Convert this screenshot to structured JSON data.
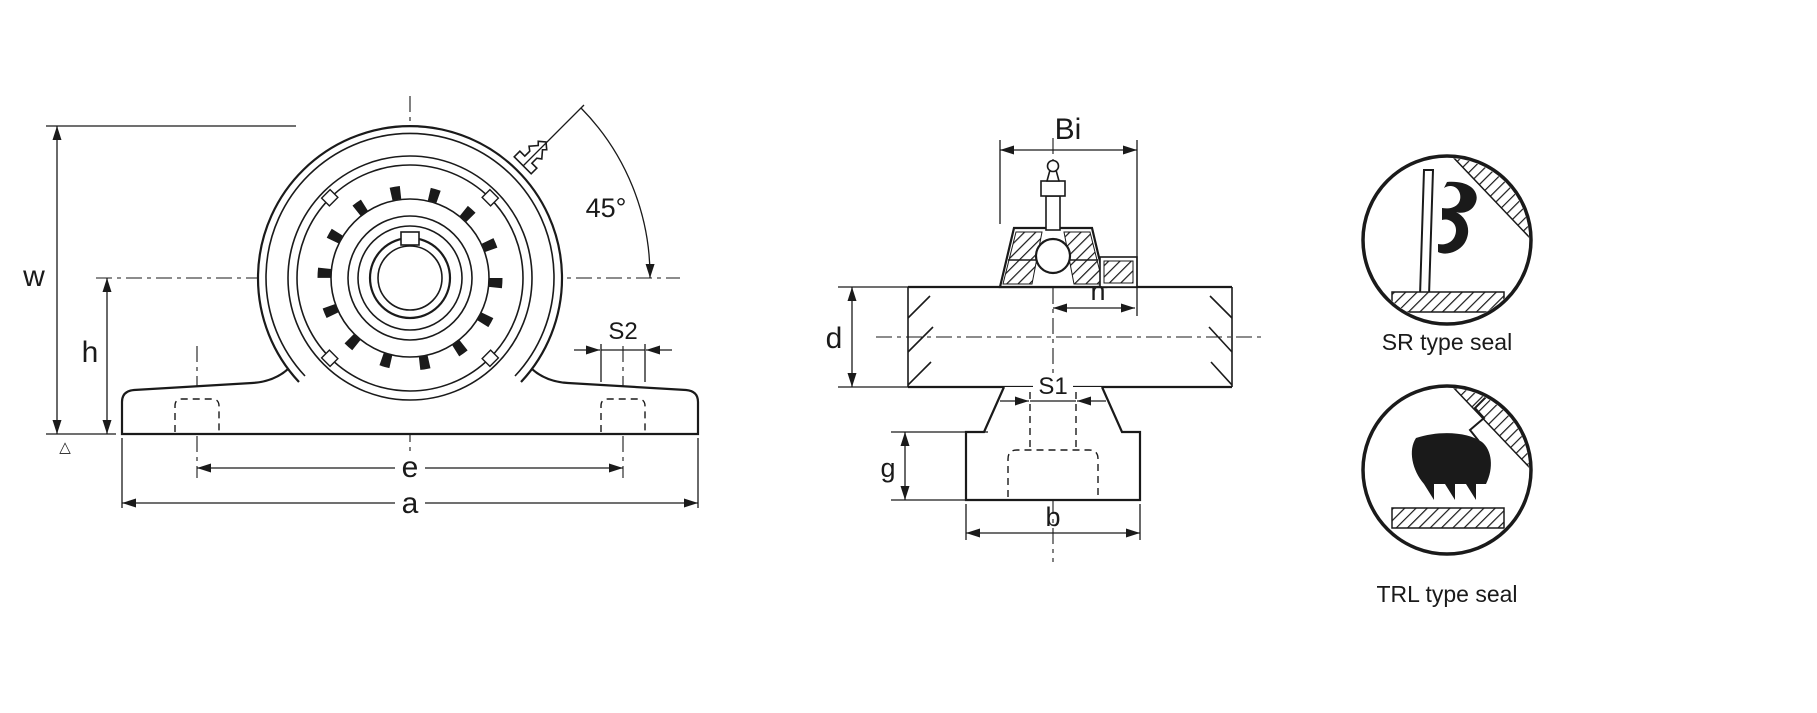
{
  "colors": {
    "ink": "#1a1a1a",
    "background": "#ffffff"
  },
  "front_view": {
    "labels": {
      "w": "w",
      "h": "h",
      "e": "e",
      "a": "a",
      "s2": "S2",
      "angle": "45°",
      "datum": "△"
    }
  },
  "side_view": {
    "labels": {
      "bi": "Bi",
      "n": "n",
      "d": "d",
      "s1": "S1",
      "g": "g",
      "b": "b"
    }
  },
  "seal_details": {
    "sr": "SR type seal",
    "trl": "TRL type seal"
  }
}
